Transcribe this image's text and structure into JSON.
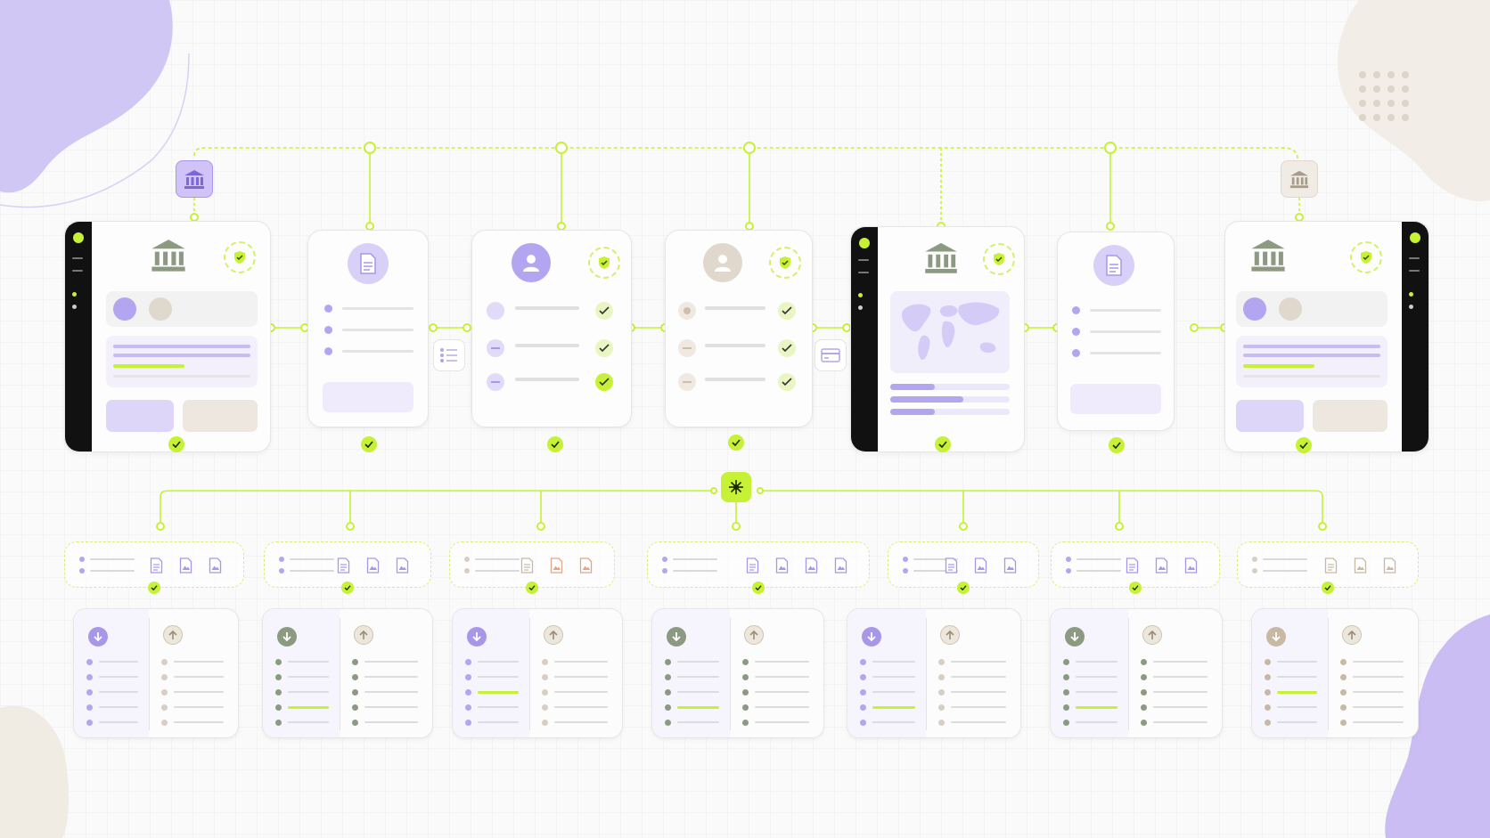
{
  "diagram": {
    "colors": {
      "accent_lime": "#c6f135",
      "purple": "#a897e8",
      "purple_light": "#e9e3fb",
      "beige": "#e6ddd0",
      "dark": "#111111",
      "green_grey": "#8d9a82"
    },
    "top_badges": [
      {
        "icon": "bank-icon",
        "style": "purple"
      },
      {
        "icon": "bank-icon",
        "style": "beige"
      }
    ],
    "top_cards": [
      {
        "kind": "dashboard-left",
        "icon": "bank-icon",
        "shield": true,
        "check": true
      },
      {
        "kind": "document",
        "icon": "document-icon",
        "shield": false,
        "check": true
      },
      {
        "kind": "profile-checks",
        "icon": "user-icon",
        "shield": true,
        "check": true
      },
      {
        "kind": "profile-checks",
        "icon": "user-icon",
        "shield": true,
        "check": true
      },
      {
        "kind": "world-map",
        "icon": "bank-icon",
        "shield": true,
        "check": true
      },
      {
        "kind": "document",
        "icon": "document-icon",
        "shield": false,
        "check": true
      },
      {
        "kind": "dashboard-right",
        "icon": "bank-icon",
        "shield": true,
        "check": true
      }
    ],
    "side_panels": [
      {
        "icon": "list-icon"
      },
      {
        "icon": "card-icon"
      }
    ],
    "hub": {
      "icon": "sparkle-icon"
    },
    "doc_tiles": [
      {
        "icons": [
          "document-icon",
          "image-icon",
          "image-icon"
        ],
        "tone": "purple"
      },
      {
        "icons": [
          "document-icon",
          "image-icon",
          "image-icon"
        ],
        "tone": "purple"
      },
      {
        "icons": [
          "document-icon",
          "image-icon",
          "image-icon"
        ],
        "tone": "mixed"
      },
      {
        "icons": [
          "document-icon",
          "image-icon",
          "image-icon",
          "image-icon"
        ],
        "tone": "purple"
      },
      {
        "icons": [
          "document-icon",
          "image-icon",
          "image-icon"
        ],
        "tone": "purple"
      },
      {
        "icons": [
          "document-icon",
          "image-icon",
          "image-icon"
        ],
        "tone": "purple"
      },
      {
        "icons": [
          "document-icon",
          "image-icon",
          "image-icon"
        ],
        "tone": "beige"
      }
    ],
    "transfer_cards": [
      {
        "left_icon": "download-icon",
        "right_icon": "upload-icon",
        "tone": "purple",
        "highlight_row": -1
      },
      {
        "left_icon": "download-icon",
        "right_icon": "upload-icon",
        "tone": "green",
        "highlight_row": 3
      },
      {
        "left_icon": "download-icon",
        "right_icon": "upload-icon",
        "tone": "purple",
        "highlight_row": 2
      },
      {
        "left_icon": "download-icon",
        "right_icon": "upload-icon",
        "tone": "green",
        "highlight_row": 3
      },
      {
        "left_icon": "download-icon",
        "right_icon": "upload-icon",
        "tone": "purple",
        "highlight_row": 3
      },
      {
        "left_icon": "download-icon",
        "right_icon": "upload-icon",
        "tone": "green",
        "highlight_row": 3
      },
      {
        "left_icon": "download-icon",
        "right_icon": "upload-icon",
        "tone": "beige",
        "highlight_row": 2
      }
    ]
  }
}
